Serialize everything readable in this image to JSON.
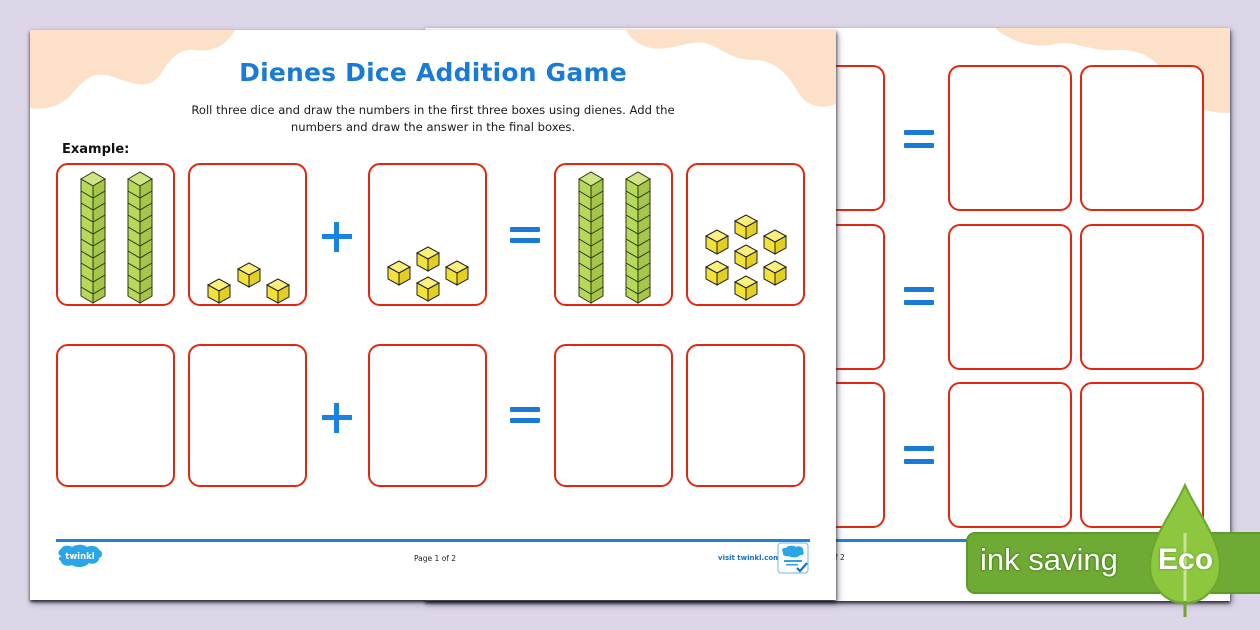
{
  "worksheet": {
    "title": "Dienes Dice Addition Game",
    "instructions_line1": "Roll three dice and draw the numbers in the first three boxes using dienes. Add the",
    "instructions_line2": "numbers and draw the answer in the final boxes.",
    "example_label": "Example:",
    "operators": {
      "plus": "+",
      "equals": "="
    },
    "example": {
      "addend1": {
        "tens": 2,
        "ones": 3
      },
      "addend2": {
        "tens": 0,
        "ones": 4
      },
      "sum": {
        "tens": 2,
        "ones": 7
      }
    },
    "colors": {
      "accent_blue": "#1a7bd6",
      "box_border_red": "#e3260f",
      "corner_peach": "#fde0c8",
      "ten_rod_green": "#b7d85a",
      "unit_cube_yellow": "#f5e63a",
      "background_lavender": "#ddd6e8",
      "eco_green": "#6faa34"
    }
  },
  "footer": {
    "logo_text": "twinkl",
    "page_label": "Page 1 of 2",
    "page2_label_partial": "f 2",
    "visit_link": "visit twinkl.com",
    "badge_icon": "quality-standard-approved-badge"
  },
  "eco_badge": {
    "label": "ink saving",
    "tag": "Eco",
    "icon": "leaf-icon"
  }
}
